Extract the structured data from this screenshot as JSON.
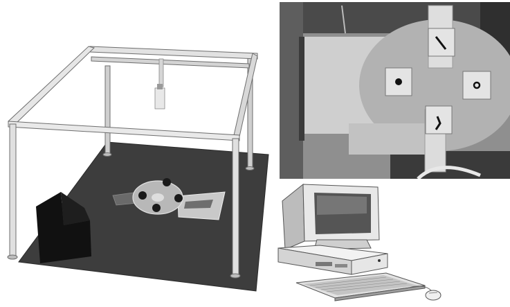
{
  "figure": {
    "panels": [
      {
        "id": "scene-3d",
        "kind": "rendered-3d-workcell"
      },
      {
        "id": "photo",
        "kind": "grayscale-camera-photo"
      },
      {
        "id": "computer",
        "kind": "desktop-computer-illustration"
      }
    ],
    "colors": {
      "frame": "#d9d9d9",
      "frame_edge": "#6d6d6d",
      "floor": "#3d3d3d",
      "dark_panel": "#111111",
      "photo_bg": "#8f8f8f",
      "pad": "#dcdcdc",
      "monitor_screen": "#555555",
      "case": "#e6e6e6"
    }
  }
}
